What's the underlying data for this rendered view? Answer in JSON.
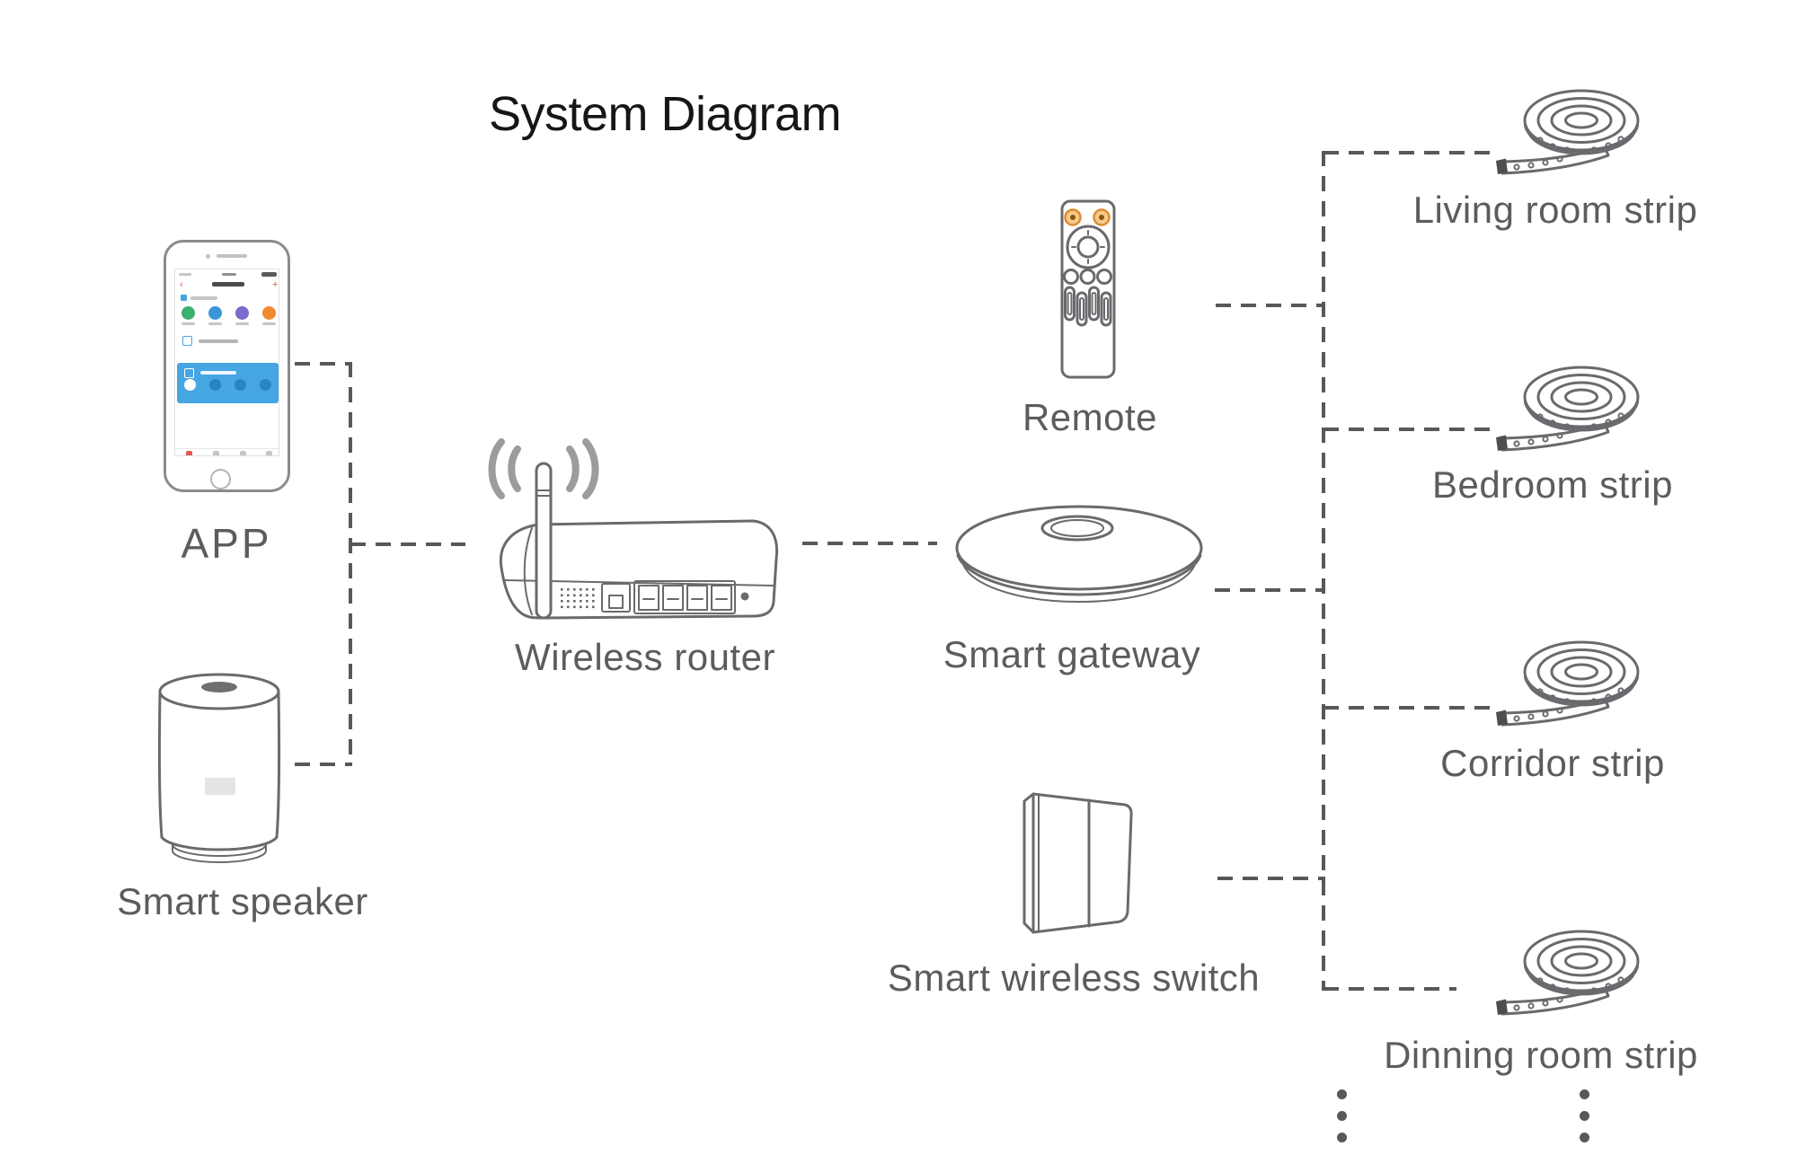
{
  "title": "System Diagram",
  "nodes": {
    "app": {
      "label": "APP",
      "type": "smartphone app"
    },
    "smart_speaker": {
      "label": "Smart speaker",
      "type": "voice speaker"
    },
    "wireless_router": {
      "label": "Wireless router",
      "type": "router with antenna and wifi waves"
    },
    "smart_gateway": {
      "label": "Smart gateway",
      "type": "round hub"
    },
    "remote": {
      "label": "Remote",
      "type": "remote control"
    },
    "smart_wireless_switch": {
      "label": "Smart wireless switch",
      "type": "2-gang wall switch"
    },
    "living_room_strip": {
      "label": "Living room strip",
      "type": "led strip coil"
    },
    "bedroom_strip": {
      "label": "Bedroom strip",
      "type": "led strip coil"
    },
    "corridor_strip": {
      "label": "Corridor strip",
      "type": "led strip coil"
    },
    "dinning_room_strip": {
      "label": "Dinning room strip",
      "type": "led strip coil"
    }
  },
  "connections": [
    {
      "from": "APP",
      "to": "Wireless router",
      "style": "dashed"
    },
    {
      "from": "Smart speaker",
      "to": "Wireless router",
      "style": "dashed"
    },
    {
      "from": "Wireless router",
      "to": "Smart gateway",
      "style": "dashed"
    },
    {
      "from": "Remote",
      "to": "strip bus",
      "style": "dashed"
    },
    {
      "from": "Smart gateway",
      "to": "strip bus",
      "style": "dashed"
    },
    {
      "from": "Smart wireless switch",
      "to": "strip bus",
      "style": "dashed"
    },
    {
      "from": "strip bus",
      "to": "Living room strip",
      "style": "dashed"
    },
    {
      "from": "strip bus",
      "to": "Bedroom strip",
      "style": "dashed"
    },
    {
      "from": "strip bus",
      "to": "Corridor strip",
      "style": "dashed"
    },
    {
      "from": "strip bus",
      "to": "Dinning room strip",
      "style": "dashed"
    }
  ],
  "more_strips_indicator": {
    "columns": 2,
    "dots_per_column": 3
  },
  "colors": {
    "line": "#58585b",
    "text": "#5c5c5e",
    "title": "#161616",
    "stroke": "#6a6a6e",
    "wifi": "#9c9c9e",
    "orange": "#dd8c2f",
    "app_blue": "#46a6e3",
    "icon_green": "#3daf6f",
    "icon_blue": "#3a97d6",
    "icon_purple": "#7a6cc8",
    "icon_orange": "#f08a2e",
    "accent_red": "#e4574f",
    "connector_dark": "#4e4e50"
  }
}
